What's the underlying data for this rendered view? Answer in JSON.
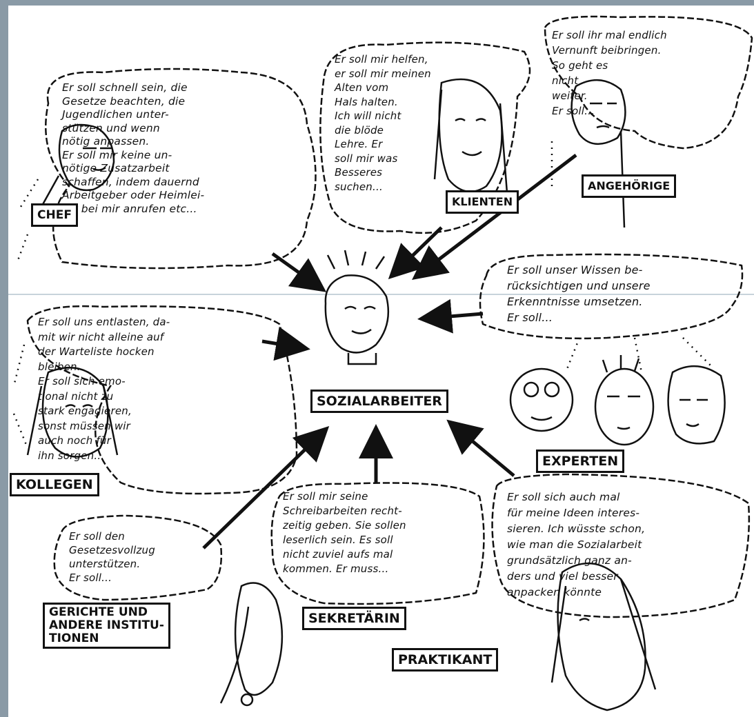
{
  "center_role": "SOZIALARBEITER",
  "roles": {
    "chef": "CHEF",
    "klienten": "KLIENTEN",
    "angehoerige": "ANGEHÖRIGE",
    "kollegen": "KOLLEGEN",
    "experten": "EXPERTEN",
    "gerichte": "GERICHTE UND\nANDERE INSTITU-\nTIONEN",
    "sekretaerin": "SEKRETÄRIN",
    "praktikant": "PRAKTIKANT"
  },
  "bubbles": {
    "chef": "Er soll schnell sein, die\nGesetze beachten, die\nJugendlichen unter-\nstützen und wenn\nnötig anpassen.\nEr soll mir keine un-\nnötige Zusatzarbeit\nschaffen, indem dauernd\nArbeitgeber oder Heimlei-\nter bei mir anrufen etc...",
    "klienten": "Er soll mir helfen,\ner soll mir meinen\nAlten vom\nHals halten.\nIch will nicht\ndie blöde\nLehre. Er\nsoll mir was\nBesseres\nsuchen...",
    "angehoerige": "Er soll ihr mal endlich\nVernunft beibringen.\nSo geht es\nnicht\nweiter.\nEr soll...",
    "experten": "Er soll unser Wissen be-\nrücksichtigen und unsere\nErkenntnisse umsetzen.\nEr soll...",
    "kollegen": "Er soll uns entlasten, da-\nmit wir nicht alleine auf\nder Warteliste hocken\nbleiben.\nEr soll sich emo-\ntional nicht zu\nstark engagieren,\nsonst müssen wir\nauch noch für\nihn sorgen...",
    "gerichte": "Er soll den\nGesetzesvollzug\nunterstützen.\nEr soll...",
    "sekretaerin": "Er soll mir seine\nSchreibarbeiten recht-\nzeitig geben. Sie sollen\nleserlich sein. Es soll\nnicht zuviel aufs mal\nkommen. Er muss...",
    "praktikant": "Er soll sich auch mal\nfür meine Ideen interes-\nsieren. Ich wüsste schon,\nwie man die Sozialarbeit\ngrundsätzlich ganz an-\nders und viel besser\nanpacken könnte"
  }
}
